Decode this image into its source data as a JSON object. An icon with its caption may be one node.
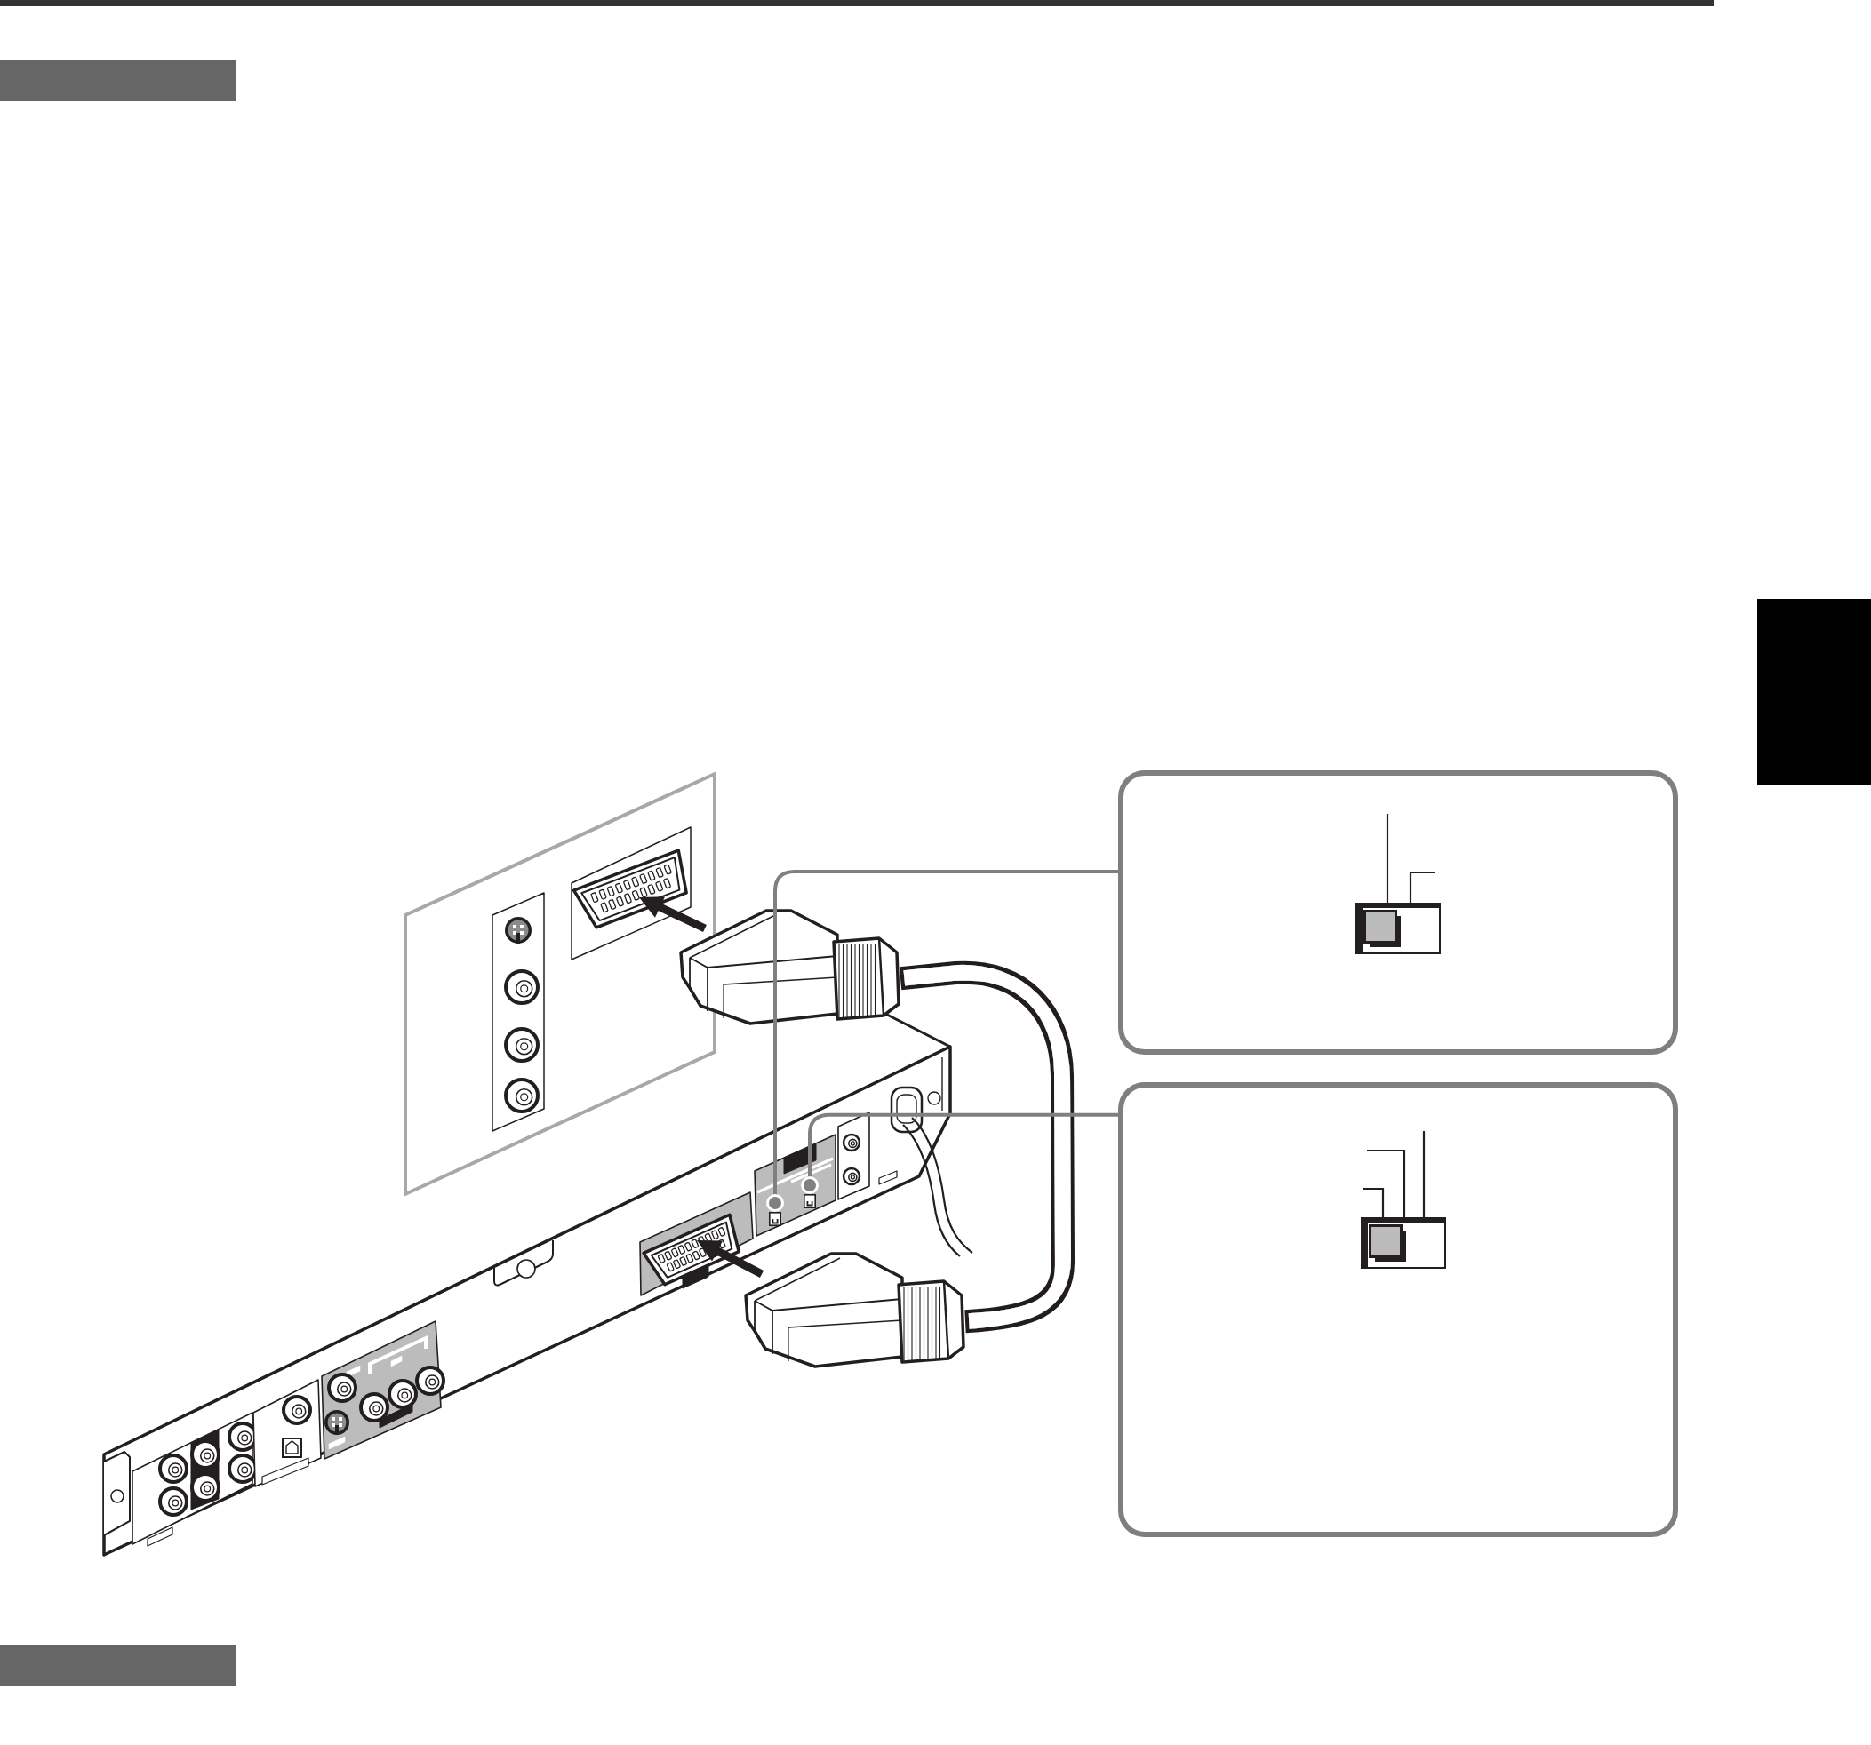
{
  "diagram": {
    "nodes": [
      {
        "text": [],
        "shape": "picture"
      },
      {
        "text": [],
        "shape": "picture"
      },
      {
        "text": [],
        "shape": "picture"
      },
      {
        "text": [],
        "shape": "picture"
      },
      {
        "text": [],
        "shape": "box"
      },
      {
        "text": [],
        "shape": "picture",
        "in": 4
      },
      {
        "text": [],
        "shape": "box"
      },
      {
        "text": [],
        "shape": "picture",
        "in": 6
      }
    ],
    "edges": [
      {
        "from": 0,
        "to": 1,
        "arrow": "none",
        "style": "thick"
      },
      {
        "from": 2,
        "to": 4,
        "arrow": "other",
        "color": "#808080"
      },
      {
        "from": 3,
        "to": 6,
        "arrow": "other",
        "color": "#808080"
      },
      {
        "from": null,
        "to": 5,
        "arrow": "none"
      },
      {
        "from": null,
        "to": 5,
        "arrow": "none"
      },
      {
        "from": null,
        "to": 7,
        "arrow": "none"
      },
      {
        "from": null,
        "to": 7,
        "arrow": "none"
      },
      {
        "from": null,
        "to": 7,
        "arrow": "none"
      }
    ]
  }
}
